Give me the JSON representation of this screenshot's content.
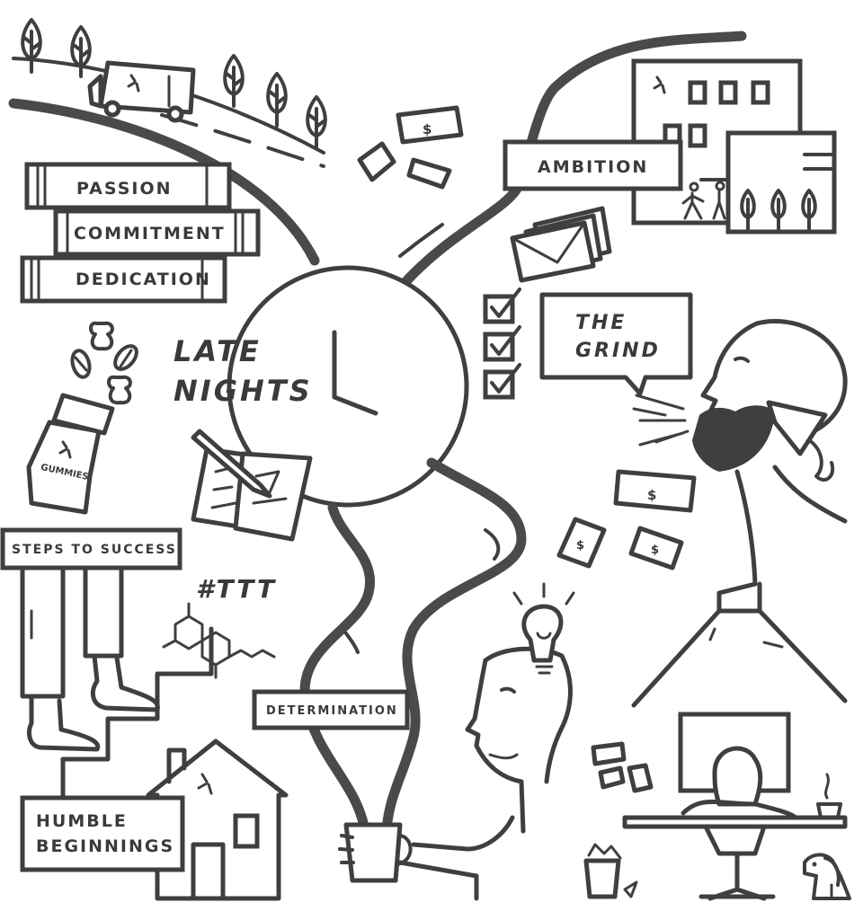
{
  "labels": {
    "passion": "PASSION",
    "commitment": "COMMITMENT",
    "dedication": "DEDICATION",
    "ambition": "AMBITION",
    "late_line1": "LATE",
    "late_line2": "NIGHTS",
    "the": "THE",
    "grind": "GRIND",
    "gummies": "GUMMIES",
    "steps": "STEPS TO SUCCESS",
    "hashtag": "#TTT",
    "determination": "DETERMINATION",
    "humble_line1": "HUMBLE",
    "humble_line2": "BEGINNINGS",
    "dollar": "$"
  },
  "colors": {
    "ink": "#3f3f3f",
    "paper": "#ffffff"
  },
  "icons": [
    "tree-icon",
    "delivery-truck-icon",
    "book-stack-icon",
    "clock-icon",
    "office-building-icon",
    "envelope-stack-icon",
    "checkbox-icon",
    "speech-bubble-icon",
    "bearded-man-icon",
    "dollar-bill-icon",
    "gummy-bear-icon",
    "gummies-bottle-icon",
    "notebook-pencil-icon",
    "legs-on-stairs-icon",
    "molecule-icon",
    "lightbulb-icon",
    "coffee-mug-icon",
    "house-icon",
    "desk-lamp-icon",
    "computer-desk-icon",
    "trash-can-icon",
    "dog-icon"
  ]
}
